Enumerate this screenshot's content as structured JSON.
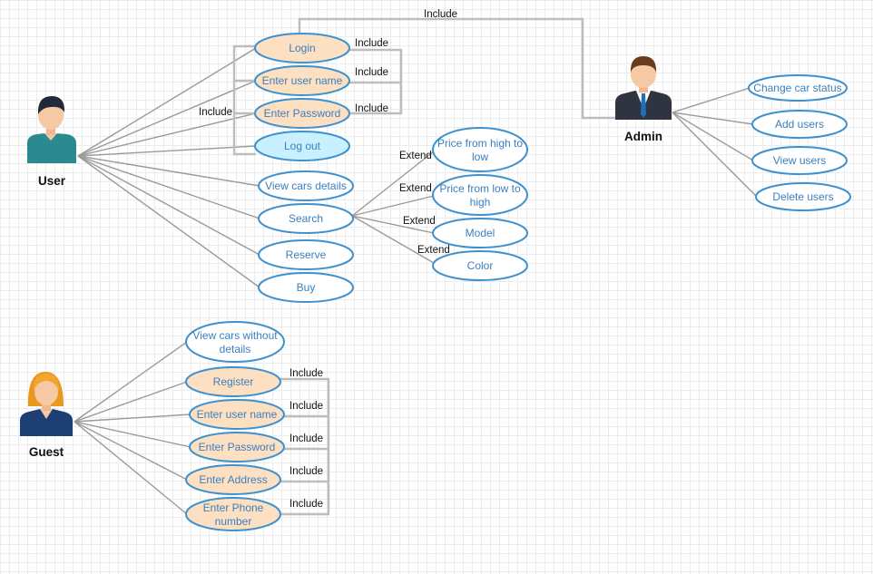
{
  "colors": {
    "usecase_stroke": "#3d91cf",
    "usecase_text": "#3a7fbf",
    "fill_plain": "#ffffff",
    "fill_include": "#fde0c2",
    "fill_logout": "#c9f0ff",
    "line": "#9a9a9a",
    "bracket": "#bdbdbd"
  },
  "actors": {
    "user": {
      "name": "User"
    },
    "admin": {
      "name": "Admin"
    },
    "guest": {
      "name": "Guest"
    }
  },
  "user_cases": {
    "login": "Login",
    "enter_user_name": "Enter user name",
    "enter_password": "Enter Password",
    "log_out": "Log out",
    "view_cars_details": "View cars details",
    "search": "Search",
    "reserve": "Reserve",
    "buy": "Buy"
  },
  "search_cases": {
    "price_high_low": [
      "Price from high to",
      "low"
    ],
    "price_low_high": [
      "Price from low to",
      "high"
    ],
    "model": "Model",
    "color": "Color"
  },
  "admin_cases": {
    "change_car_status": "Change car status",
    "add_users": "Add users",
    "view_users": "View users",
    "delete_users": "Delete users"
  },
  "guest_cases": {
    "view_cars_without_details": [
      "View cars without",
      "details"
    ],
    "register": "Register",
    "enter_user_name": "Enter user name",
    "enter_password": "Enter Password",
    "enter_address": "Enter Address",
    "enter_phone_number": [
      "Enter Phone",
      "number"
    ]
  },
  "relations": {
    "include": "Include",
    "extend": "Extend"
  }
}
